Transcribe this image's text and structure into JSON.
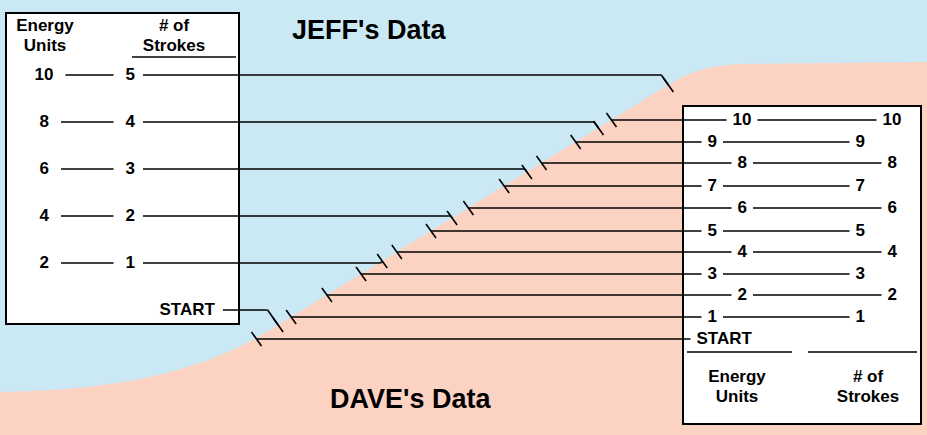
{
  "diagram": {
    "nodes": [
      {
        "text": [
          "Energy Units",
          "# of Strokes",
          "10",
          "5",
          "8",
          "4",
          "6",
          "3",
          "4",
          "2",
          "2",
          "1",
          "START"
        ]
      },
      {
        "text": [
          "10",
          "10",
          "9",
          "9",
          "8",
          "8",
          "7",
          "7",
          "6",
          "6",
          "5",
          "5",
          "4",
          "4",
          "3",
          "3",
          "2",
          "2",
          "1",
          "1",
          "START",
          "Energy Units",
          "# of Strokes"
        ]
      }
    ],
    "labels": [
      "JEFF's Data",
      "DAVE's Data"
    ]
  }
}
